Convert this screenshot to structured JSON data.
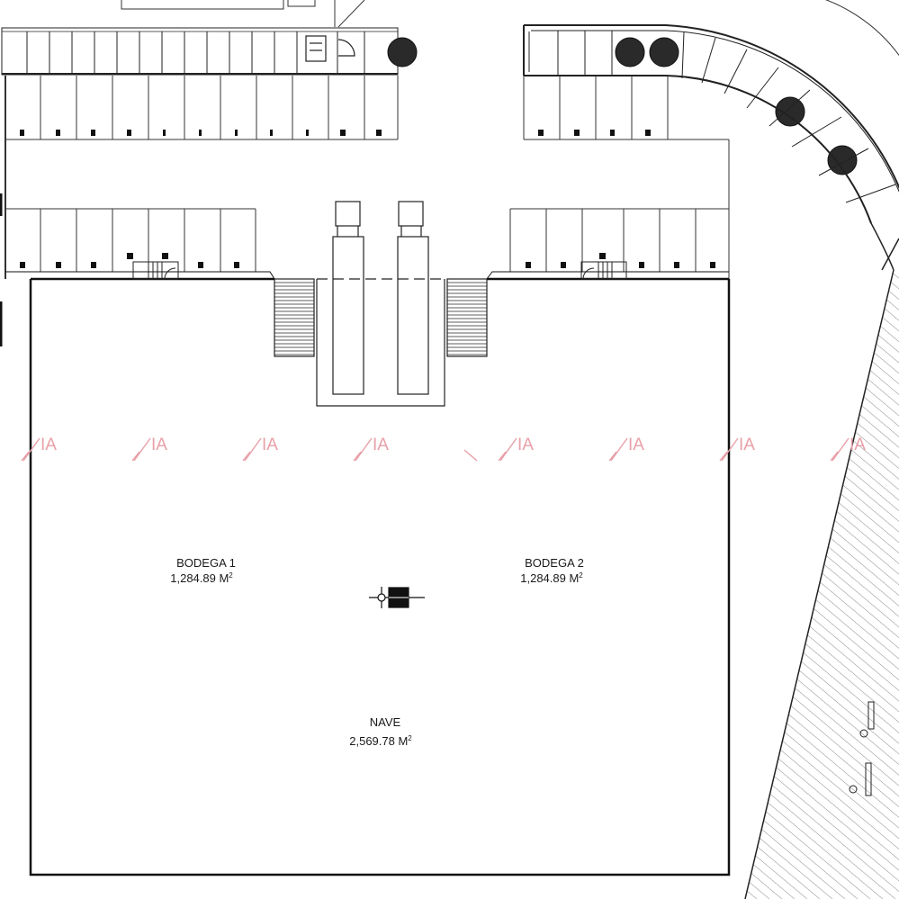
{
  "rooms": {
    "bodega1": {
      "name": "BODEGA 1",
      "area": "1,284.89 M",
      "unit_sup": "2"
    },
    "bodega2": {
      "name": "BODEGA 2",
      "area": "1,284.89 M",
      "unit_sup": "2"
    },
    "nave": {
      "name": "NAVE",
      "area": "2,569.78 M",
      "unit_sup": "2"
    }
  },
  "watermark": {
    "text": "IA",
    "color": "#e8a0a8"
  },
  "colors": {
    "line": "#1a1a1a",
    "tree": "#2a2a2a",
    "background": "#ffffff"
  }
}
